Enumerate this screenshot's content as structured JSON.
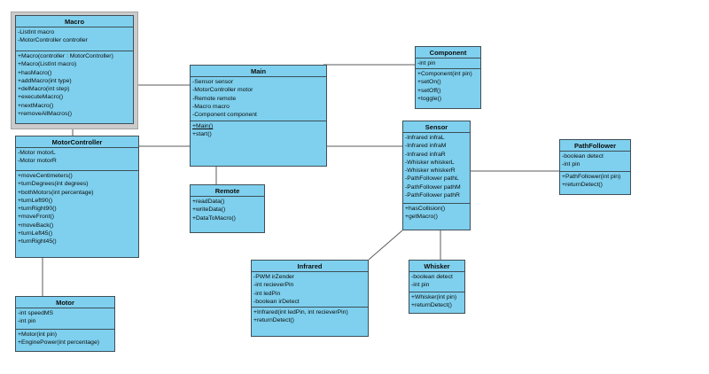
{
  "diagram": {
    "type": "uml-class-diagram",
    "background_color": "#ffffff",
    "node_fill_color": "#7ed0ee",
    "node_border_color": "#3e4f58",
    "connector_color": "#5b5b5b",
    "selection_frame_color": "#cbcbcb",
    "selected_class": "Macro",
    "static_methods": [
      "+Main()"
    ]
  },
  "classes": [
    {
      "name": "Macro",
      "attributes": [
        "-ListInt macro",
        "-MotorController controller"
      ],
      "methods": [
        "+Macro(controller : MotorController)",
        "+Macro(ListInt macro)",
        "+hasMacro()",
        "+addMacro(int type)",
        "+delMacro(int step)",
        "+executeMacro()",
        "+nextMacro()",
        "+removeAllMacros()"
      ]
    },
    {
      "name": "MotorController",
      "attributes": [
        "-Motor motorL",
        "-Motor motorR"
      ],
      "methods": [
        "+moveCentimeters()",
        "+turnDegrees(int degrees)",
        "+bothMotors(int percentage)",
        "+turnLeft90()",
        "+turnRight90()",
        "+moveFront()",
        "+moveBack()",
        "+turnLeft45()",
        "+turnRight45()"
      ]
    },
    {
      "name": "Motor",
      "attributes": [
        "-int speedMS",
        "-int pin"
      ],
      "methods": [
        "+Motor(int pin)",
        "+EnginePower(int percentage)"
      ]
    },
    {
      "name": "Main",
      "attributes": [
        "-Sensor sensor",
        "-MotorController motor",
        "-Remote remote",
        "-Macro macro",
        "-Component component"
      ],
      "methods": [
        "+Main()",
        "+start()"
      ]
    },
    {
      "name": "Remote",
      "attributes": [],
      "methods": [
        "+readData()",
        "+writeData()",
        "+DataToMacro()"
      ]
    },
    {
      "name": "Component",
      "attributes": [
        "-int pin"
      ],
      "methods": [
        "+Component(int pin)",
        "+setOn()",
        "+setOff()",
        "+toggle()"
      ]
    },
    {
      "name": "Sensor",
      "attributes": [
        "-Infrared infraL",
        "-Infrared infraM",
        "-Infrared infraR",
        "-Whisker whiskerL",
        "-Whisker whiskerR",
        "-PathFollower pathL",
        "-PathFollower pathM",
        "-PathFollower pathR"
      ],
      "methods": [
        "+hasCollision()",
        "+getMacro()"
      ]
    },
    {
      "name": "PathFollower",
      "attributes": [
        "-boolean detect",
        "-int pin"
      ],
      "methods": [
        "+PathFollower(int pin)",
        "+returnDetect()"
      ]
    },
    {
      "name": "Infrared",
      "attributes": [
        "-PWM irZender",
        "-int recieverPin",
        "-int ledPin",
        "-boolean irDetect"
      ],
      "methods": [
        "+Infrared(int ledPin, int recieverPin)",
        "+returnDetect()"
      ]
    },
    {
      "name": "Whisker",
      "attributes": [
        "-boolean detect",
        "-int pin"
      ],
      "methods": [
        "+Whisker(int pin)",
        "+returnDetect()"
      ]
    }
  ],
  "connections": [
    {
      "from": "Macro",
      "to": "Main"
    },
    {
      "from": "Macro",
      "to": "MotorController"
    },
    {
      "from": "MotorController",
      "to": "Main"
    },
    {
      "from": "MotorController",
      "to": "Motor"
    },
    {
      "from": "Main",
      "to": "Remote"
    },
    {
      "from": "Main",
      "to": "Component"
    },
    {
      "from": "Main",
      "to": "Sensor"
    },
    {
      "from": "Sensor",
      "to": "PathFollower"
    },
    {
      "from": "Sensor",
      "to": "Whisker"
    },
    {
      "from": "Sensor",
      "to": "Infrared"
    }
  ]
}
